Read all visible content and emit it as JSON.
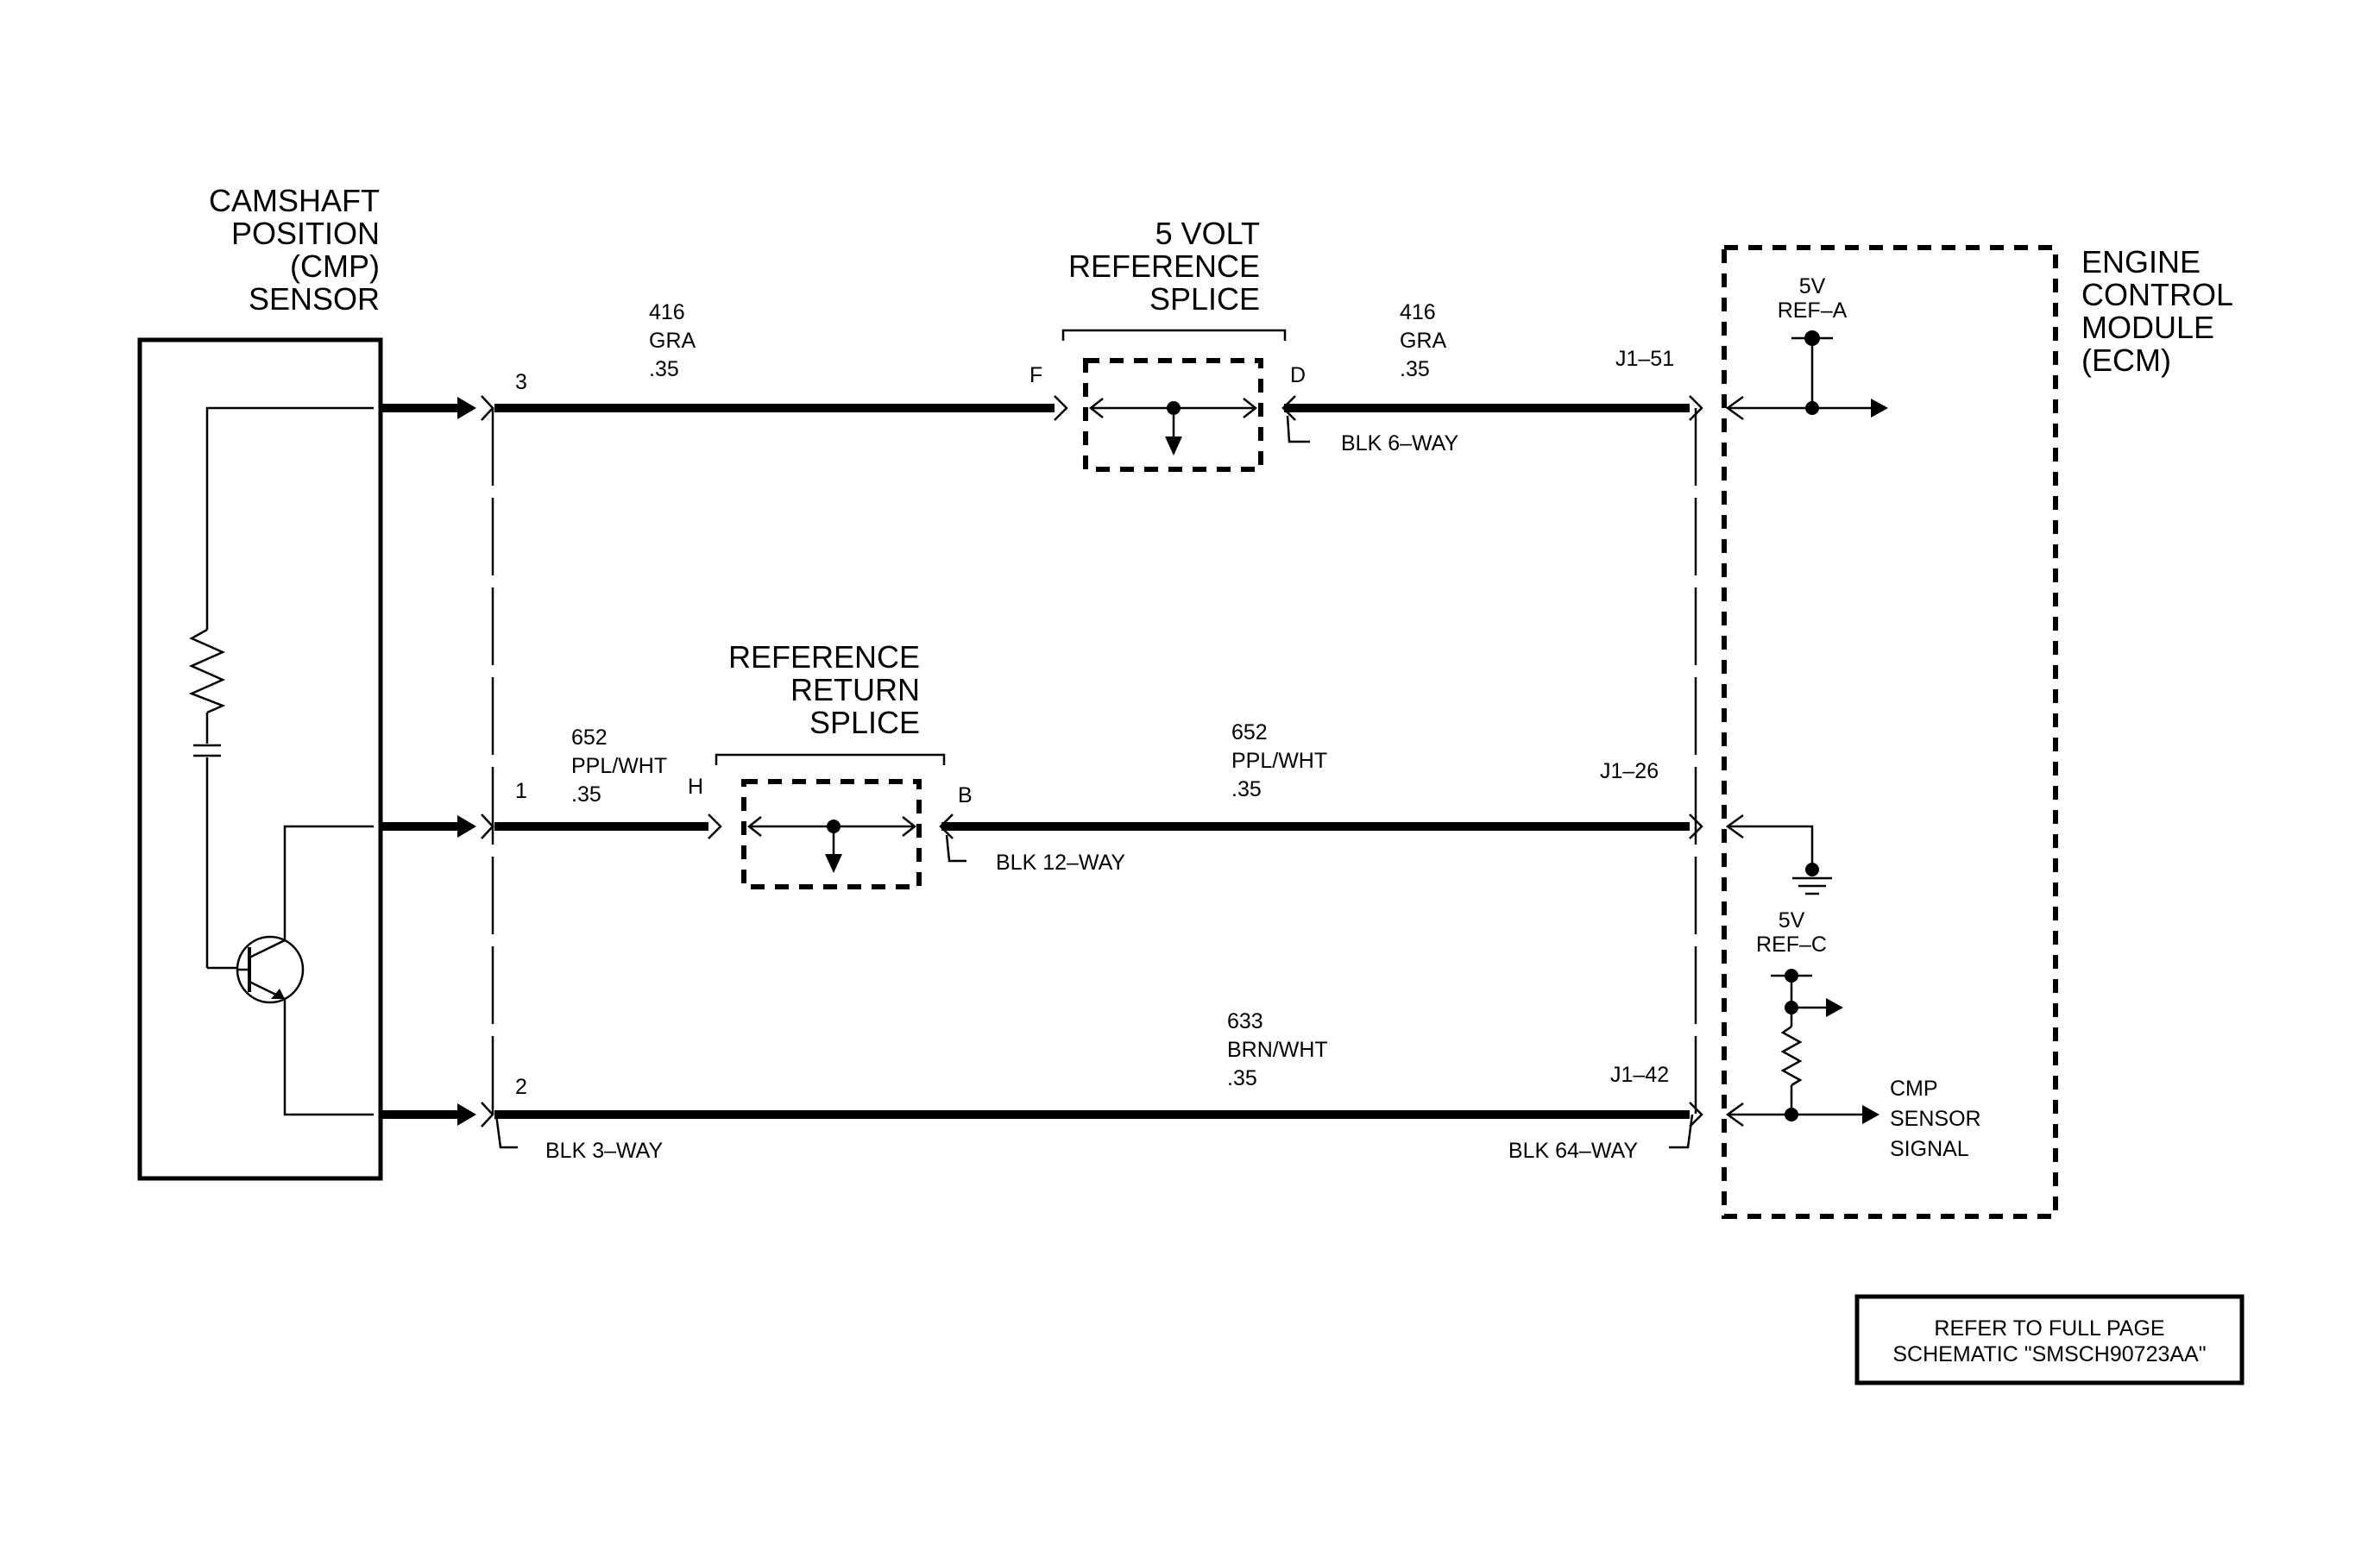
{
  "sensor": {
    "title_lines": [
      "CAMSHAFT",
      "POSITION",
      "(CMP)",
      "SENSOR"
    ]
  },
  "ecm": {
    "title_lines": [
      "ENGINE",
      "CONTROL",
      "MODULE",
      "(ECM)"
    ],
    "ref_a_lines": [
      "5V",
      "REF–A"
    ],
    "ref_c_lines": [
      "5V",
      "REF–C"
    ],
    "signal_lines": [
      "CMP",
      "SENSOR",
      "SIGNAL"
    ]
  },
  "splices": {
    "five_volt": {
      "title_lines": [
        "5 VOLT",
        "REFERENCE",
        "SPLICE"
      ],
      "left_pin": "F",
      "right_pin": "D",
      "connector": "BLK 6–WAY"
    },
    "ref_return": {
      "title_lines": [
        "REFERENCE",
        "RETURN",
        "SPLICE"
      ],
      "left_pin": "H",
      "right_pin": "B",
      "connector": "BLK 12–WAY"
    }
  },
  "circuits": {
    "top_left": {
      "pin": "3",
      "lines": [
        "416",
        "GRA",
        ".35"
      ]
    },
    "top_right": {
      "ecm_pin": "J1–51",
      "lines": [
        "416",
        "GRA",
        ".35"
      ]
    },
    "mid_left": {
      "pin": "1",
      "lines": [
        "652",
        "PPL/WHT",
        ".35"
      ]
    },
    "mid_right": {
      "ecm_pin": "J1–26",
      "lines": [
        "652",
        "PPL/WHT",
        ".35"
      ]
    },
    "bottom": {
      "pin": "2",
      "ecm_pin": "J1–42",
      "lines": [
        "633",
        "BRN/WHT",
        ".35"
      ]
    }
  },
  "connectors": {
    "sensor_side": "BLK 3–WAY",
    "ecm_side": "BLK 64–WAY"
  },
  "refer_note": [
    "REFER TO FULL PAGE",
    "SCHEMATIC \"SMSCH90723AA\""
  ]
}
